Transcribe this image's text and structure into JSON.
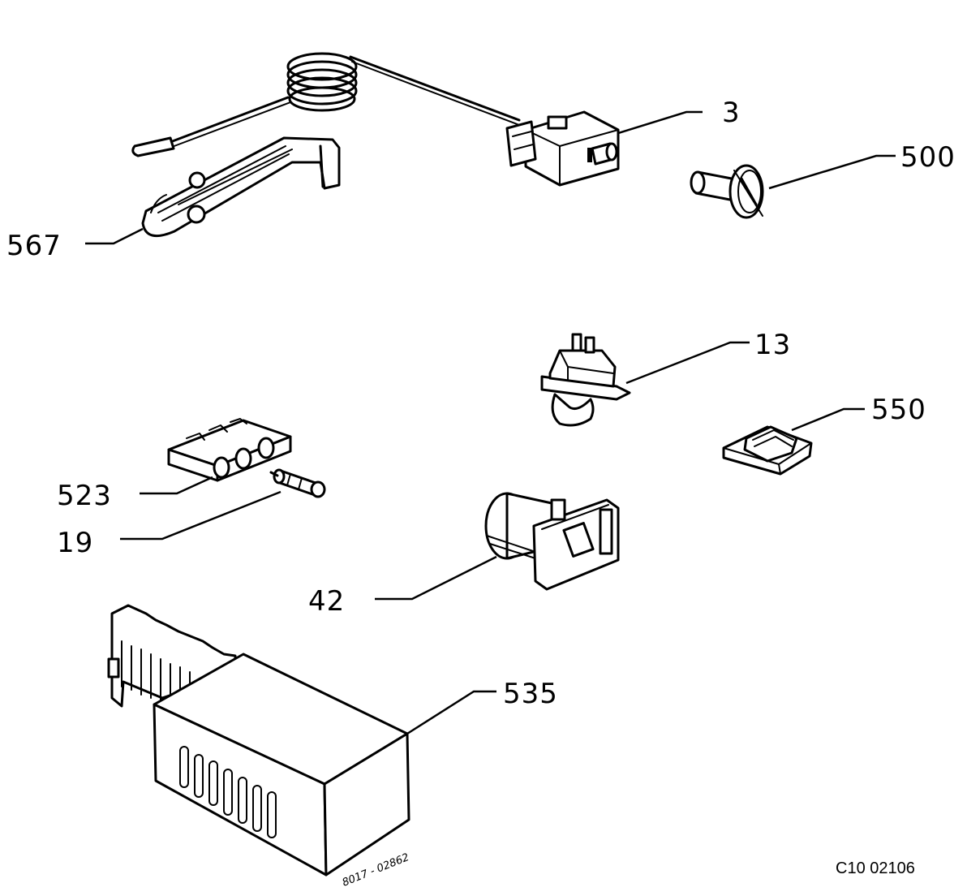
{
  "labels": {
    "p3": "3",
    "p500": "500",
    "p567": "567",
    "p13": "13",
    "p550": "550",
    "p523": "523",
    "p19": "19",
    "p42": "42",
    "p535": "535"
  },
  "stamp": "8017 - 02862",
  "reference": "C10 02106"
}
